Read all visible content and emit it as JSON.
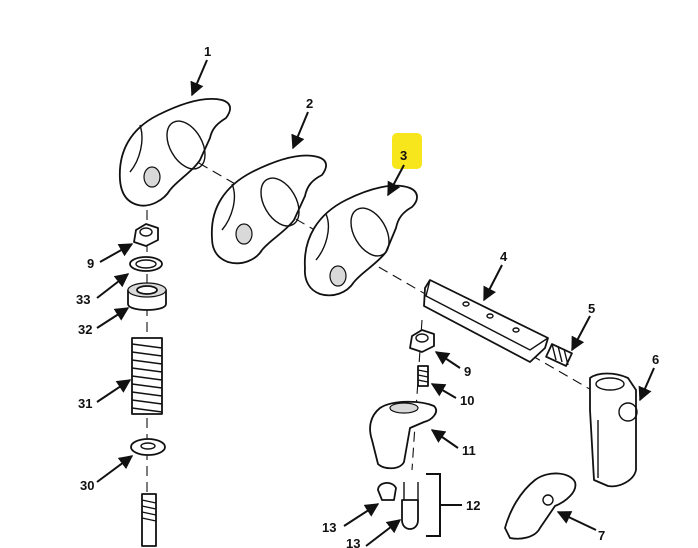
{
  "highlight_color": "#f7e61c",
  "callouts": {
    "c1": "1",
    "c2": "2",
    "c3": "3",
    "c4": "4",
    "c5": "5",
    "c6": "6",
    "c7": "7",
    "c9a": "9",
    "c9b": "9",
    "c10": "10",
    "c11": "11",
    "c12": "12",
    "c13a": "13",
    "c13b": "13",
    "c30": "30",
    "c31": "31",
    "c32": "32",
    "c33": "33"
  },
  "highlighted_callout": "3"
}
